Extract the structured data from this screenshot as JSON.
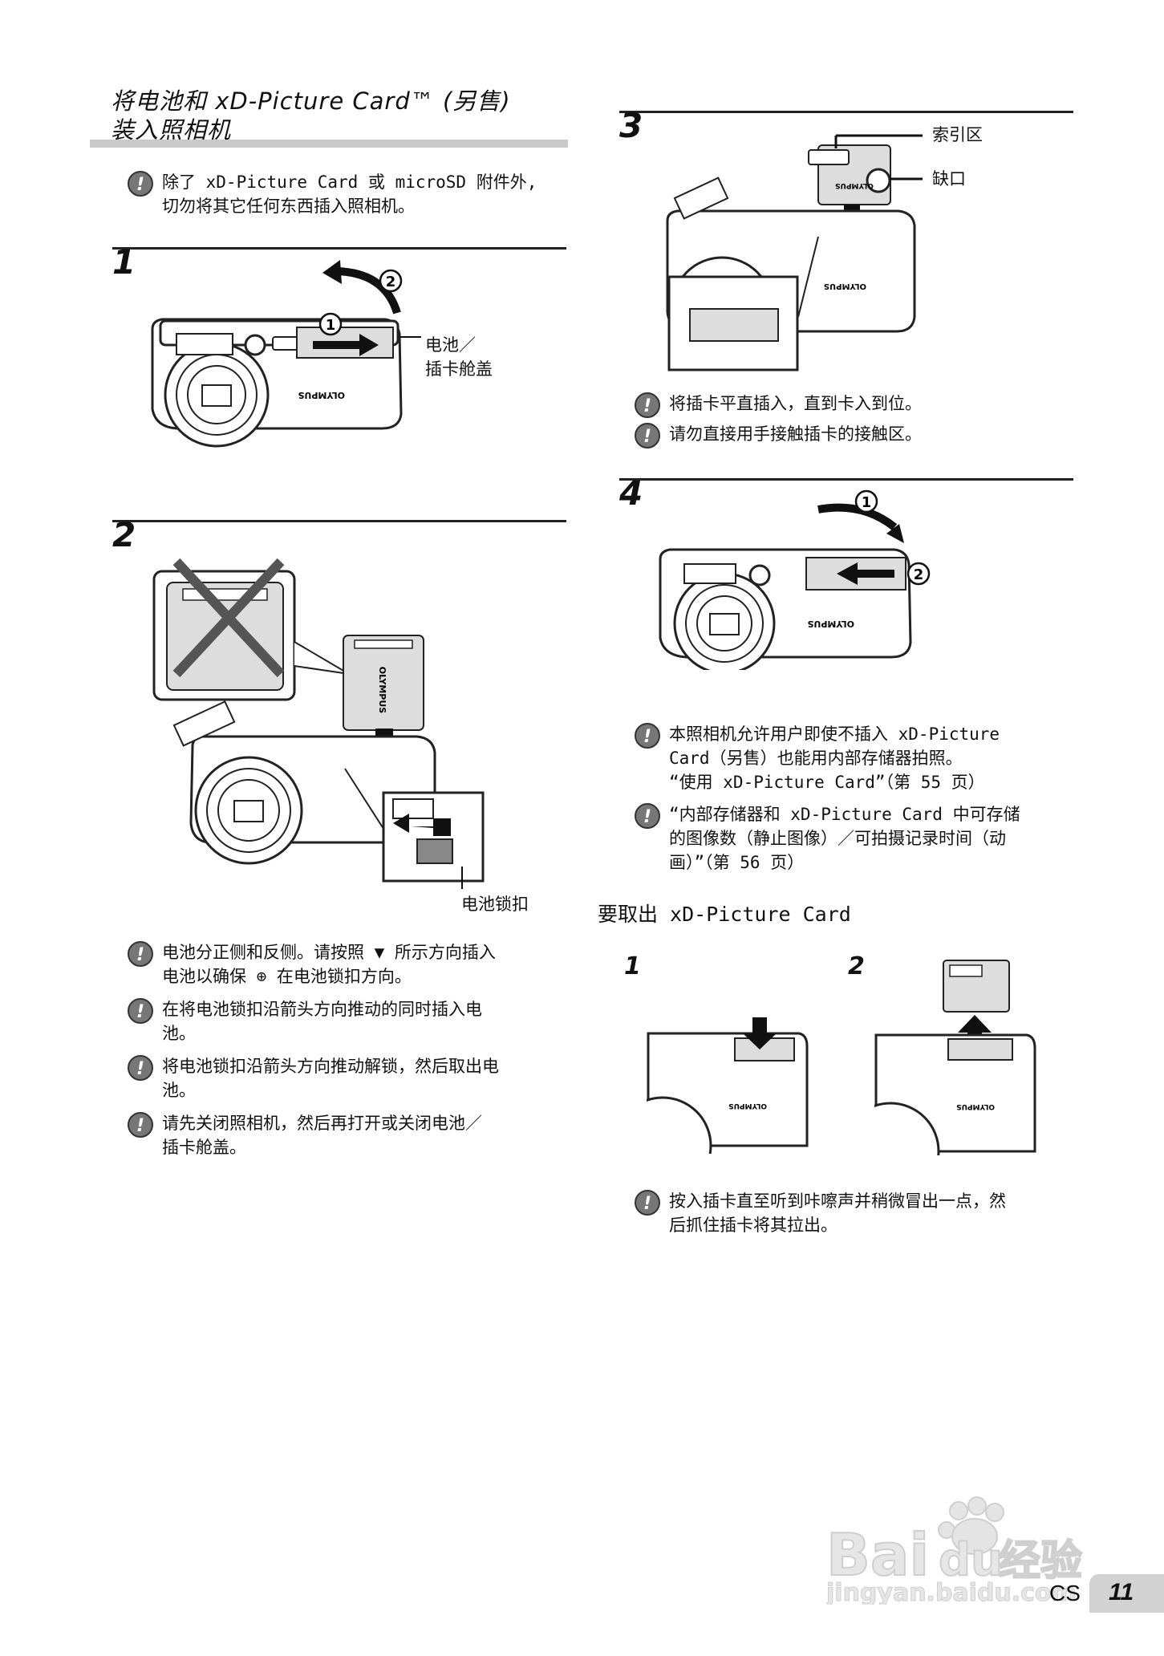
{
  "page": {
    "title_line1": "将电池和 xD-Picture Card™ (另售)",
    "title_line2": "装入照相机",
    "intro_note": [
      "除了 xD-Picture Card 或 microSD 附件外,",
      "切勿将其它任何东西插入照相机。"
    ]
  },
  "step1": {
    "num": "1",
    "label_lines": [
      "电池／",
      "插卡舱盖"
    ],
    "circle1": "1",
    "circle2": "2"
  },
  "step2": {
    "num": "2",
    "battery_brand": "OLYMPUS",
    "lock_label": "电池锁扣",
    "notes": [
      [
        "电池分正侧和反侧。请按照 ▼ 所示方向插入",
        "电池以确保 ⊕ 在电池锁扣方向。"
      ],
      [
        "在将电池锁扣沿箭头方向推动的同时插入电",
        "池。"
      ],
      [
        "将电池锁扣沿箭头方向推动解锁，然后取出电",
        "池。"
      ],
      [
        "请先关闭照相机，然后再打开或关闭电池／",
        "插卡舱盖。"
      ]
    ]
  },
  "step3": {
    "num": "3",
    "index_label": "索引区",
    "notch_label": "缺口",
    "card_brand": "OLYMPUS",
    "notes": [
      [
        "将插卡平直插入，直到卡入到位。"
      ],
      [
        "请勿直接用手接触插卡的接触区。"
      ]
    ]
  },
  "step4": {
    "num": "4",
    "circle1": "1",
    "circle2": "2",
    "notes": [
      [
        "本照相机允许用户即使不插入 xD-Picture",
        "Card（另售）也能用内部存储器拍照。",
        "“使用 xD-Picture Card”（第 55 页）"
      ],
      [
        "“内部存储器和 xD-Picture Card 中可存储",
        "的图像数（静止图像）／可拍摄记录时间（动",
        "画）”（第 56 页）"
      ]
    ]
  },
  "remove": {
    "heading": "要取出 xD-Picture Card",
    "step_a": "1",
    "step_b": "2",
    "note": [
      "按入插卡直至听到咔嚓声并稍微冒出一点，然",
      "后抓住插卡将其拉出。"
    ]
  },
  "camera_brand": "OLYMPUS",
  "watermark": {
    "text": "Bai du 经验",
    "url": "jingyan.baidu.com"
  },
  "footer": {
    "lang": "CS",
    "page_number": "11"
  }
}
